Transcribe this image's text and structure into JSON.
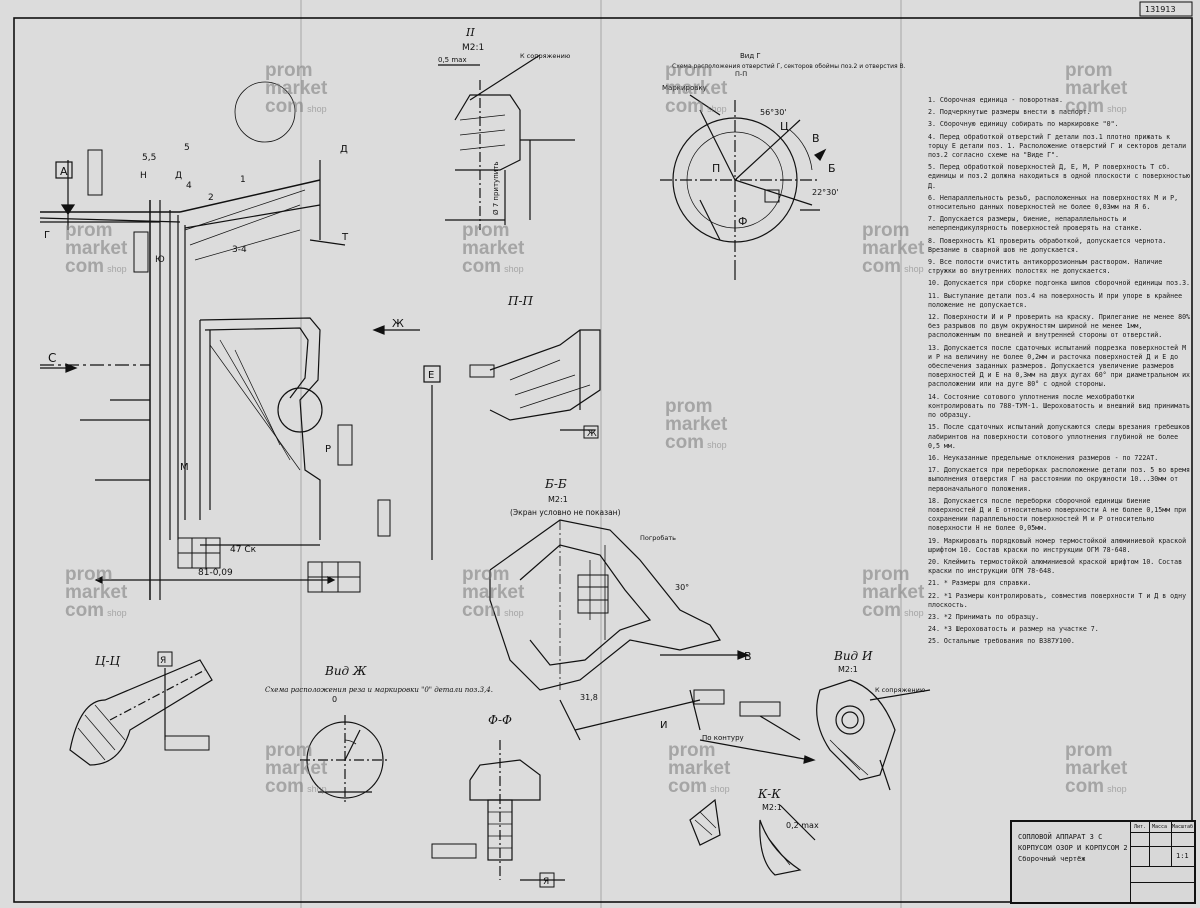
{
  "drawing_number": "131913",
  "views": {
    "main": {
      "datum_a": "A",
      "datum_g": "Г",
      "datum_d": "Д",
      "datum_t": "Т",
      "arrow_c": "С",
      "arrow_zh": "Ж",
      "datum_e": "Е",
      "dim_81": "81-0,09",
      "dim_47": "47 Ск",
      "dim_55": "5,5",
      "dim_5": "5",
      "dim_4": "4",
      "dim_1": "1",
      "dim_n": "Н",
      "dim_d": "Д",
      "dim_yu": "Ю",
      "dim_m": "М",
      "dim_p": "Р",
      "dim_34": "3-4",
      "pos_2": "2"
    },
    "detail_ii": {
      "title": "II",
      "scale": "М2:1",
      "label": "К сопряжению",
      "dim_05": "0,5 max",
      "dim_7": "Ø 7 притупить"
    },
    "view_g": {
      "title": "Вид Г",
      "subtitle": "Схема расположения отверстий Г, секторов обоймы поз.2 и отверстия В.",
      "cut": "П-П",
      "mark": "Маркировку",
      "label_p": "П",
      "label_ts": "Ц",
      "label_v": "В",
      "label_b": "Б",
      "label_f": "Ф",
      "angle": "22°30'",
      "angle2": "56°30'"
    },
    "section_pp": {
      "title": "П-П",
      "label_zh": "Ж"
    },
    "section_bb": {
      "title": "Б-Б",
      "scale": "М2:1",
      "note": "(Экран условно не показан)",
      "label_v": "В",
      "label_i": "И",
      "angle": "30°",
      "dim_31": "31,8",
      "pogr": "Погробать"
    },
    "section_tsts": {
      "title": "Ц-Ц",
      "label_ya": "Я"
    },
    "view_zh": {
      "title": "Вид Ж",
      "subtitle": "Схема расположения реза и маркировки \"0\" детали поз.3,4.",
      "mark_0": "0"
    },
    "section_ff": {
      "title": "Ф-Ф",
      "label_ya": "Я"
    },
    "section_kk": {
      "title": "К-К",
      "scale": "М2:1",
      "dim": "0,2 max",
      "label": "По контуру"
    },
    "view_i": {
      "title": "Вид И",
      "scale": "М2:1",
      "label": "К сопряжению"
    }
  },
  "notes": [
    "1. Сборочная единица - поворотная.",
    "2. Подчеркнутые размеры внести в паспорт.",
    "3. Сборочную единицу собирать по маркировке \"0\".",
    "4. Перед обработкой отверстий Г детали поз.1 плотно прижать к торцу Е детали поз. 1. Расположение отверстий Г и секторов детали поз.2 согласно схеме на \"Виде Г\".",
    "5. Перед обработкой поверхностей Д, Е, М, Р поверхность Т сб. единицы и поз.2 должна находиться в одной плоскости с поверхностью Д.",
    "6. Непараллельность резьб, расположенных на поверхностях М и Р, относительно данных поверхностей не более 0,03мм на Я 6.",
    "7. Допускается размеры, биение, непараллельность и неперпендикулярность поверхностей проверять на станке.",
    "8. Поверхность К1 проверить обработкой, допускается чернота. Врезание в сварной шов не допускается.",
    "9. Все полости очистить антикоррозионным раствором. Наличие стружки во внутренних полостях не допускается.",
    "10. Допускается при сборке подгонка шипов сборочной единицы поз.3.",
    "11. Выступание детали поз.4 на поверхность И при упоре в крайнее положение не допускается.",
    "12. Поверхности И и Р проверить на краску. Прилегание не менее 80% без разрывов по двум окружностям шириной не менее 1мм, расположенным по внешней и внутренней стороны от отверстий.",
    "13. Допускается после сдаточных испытаний подрезка поверхностей М и Р на величину не более 0,2мм и расточка поверхностей Д и Е до обеспечения заданных размеров. Допускается увеличение размеров поверхностей Д и Е на 0,3мм на двух дугах 60° при диаметральном их расположении или на дуге 80° с одной стороны.",
    "14. Состояние сотового уплотнения после мехобработки контролировать по 788-ТУМ-1. Шероховатость и внешний вид принимать по образцу.",
    "15. После сдаточных испытаний допускаются следы врезания гребешков лабиринтов на поверхности сотового уплотнения глубиной не более 0,5 мм.",
    "16. Неуказанные предельные отклонения размеров - по 722АТ.",
    "17. Допускается при переборках расположение детали поз. 5 во время выполнения отверстия Г на расстоянии по окружности 10...30мм от первоначального положения.",
    "18. Допускается после переборки сборочной единицы биение поверхностей Д и Е относительно поверхности А не более 0,15мм при сохранении параллельности поверхностей М и Р относительно поверхности Н не более 0,05мм.",
    "19. Маркировать порядковый номер термостойкой алюминиевой краской шрифтом 10. Состав краски по инструкции ОГМ 78-648.",
    "20. Клеймить термостойкой алюминиевой краской шрифтом 10. Состав краски по инструкции ОГМ 78-648.",
    "21. * Размеры для справки.",
    "22. *1 Размеры контролировать, совместив поверхности Т и Д в одну плоскость.",
    "23. *2 Принимать по образцу.",
    "24. *3 Шероховатость и размер на участке 7.",
    "25. Остальные требования по ВЗ87У100."
  ],
  "title_block": {
    "title": [
      "СОПЛОВОЙ АППАРАТ 3 С",
      "КОРПУСОМ ОЗОР И КОРПУСОМ 2",
      "Сборочный чертёж"
    ],
    "head_lit": "Лит.",
    "head_mass": "Масса",
    "head_scale": "Масштаб",
    "scale": "1:1"
  },
  "watermark": {
    "line1": "prom",
    "line2": "market",
    "line3": "com",
    "shop": "shop"
  },
  "colors": {
    "paper": "#dcdcdc",
    "ink": "#111111",
    "watermark": "#8c8c8c"
  }
}
